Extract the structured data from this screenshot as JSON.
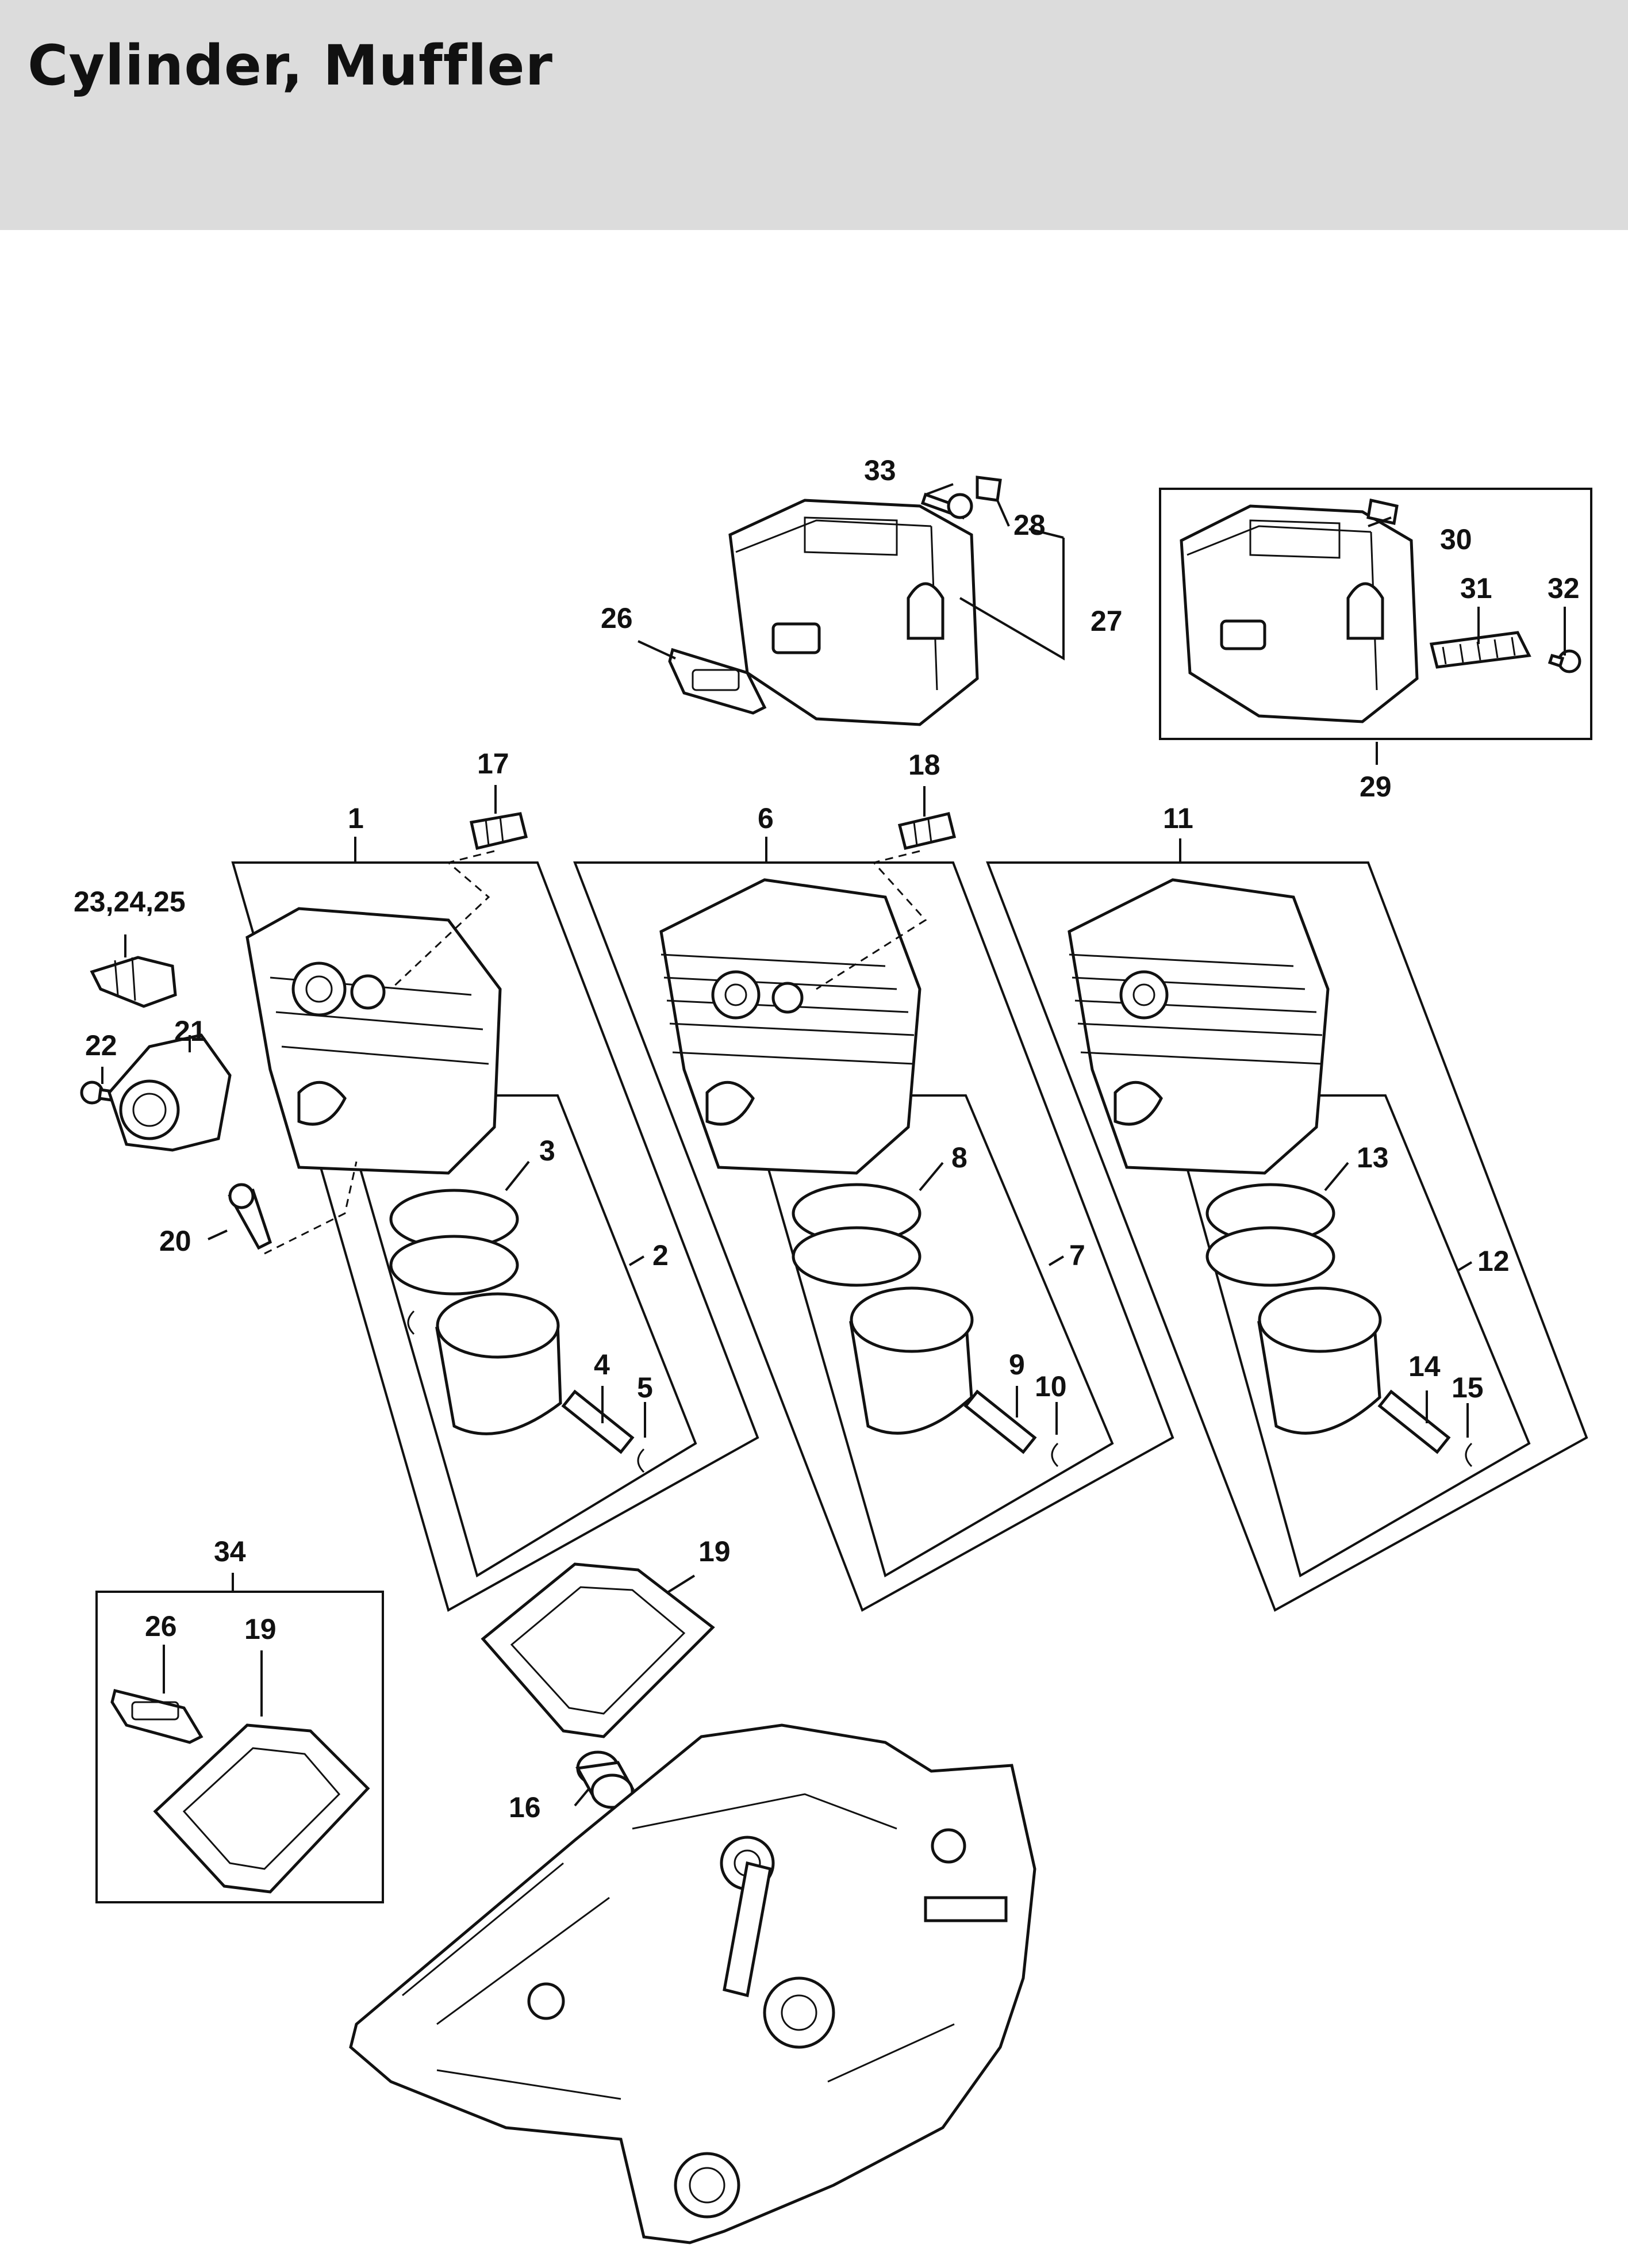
{
  "header": {
    "title": "Cylinder, Muffler"
  },
  "callouts": {
    "c1": "1",
    "c2": "2",
    "c3": "3",
    "c4": "4",
    "c5": "5",
    "c6": "6",
    "c7": "7",
    "c8": "8",
    "c9": "9",
    "c10": "10",
    "c11": "11",
    "c12": "12",
    "c13": "13",
    "c14": "14",
    "c15": "15",
    "c16": "16",
    "c17": "17",
    "c18": "18",
    "c19a": "19",
    "c19b": "19",
    "c20": "20",
    "c21": "21",
    "c22": "22",
    "c23_25": "23,24,25",
    "c26a": "26",
    "c26b": "26",
    "c27": "27",
    "c28": "28",
    "c29": "29",
    "c30": "30",
    "c31": "31",
    "c32": "32",
    "c33": "33",
    "c34": "34"
  }
}
